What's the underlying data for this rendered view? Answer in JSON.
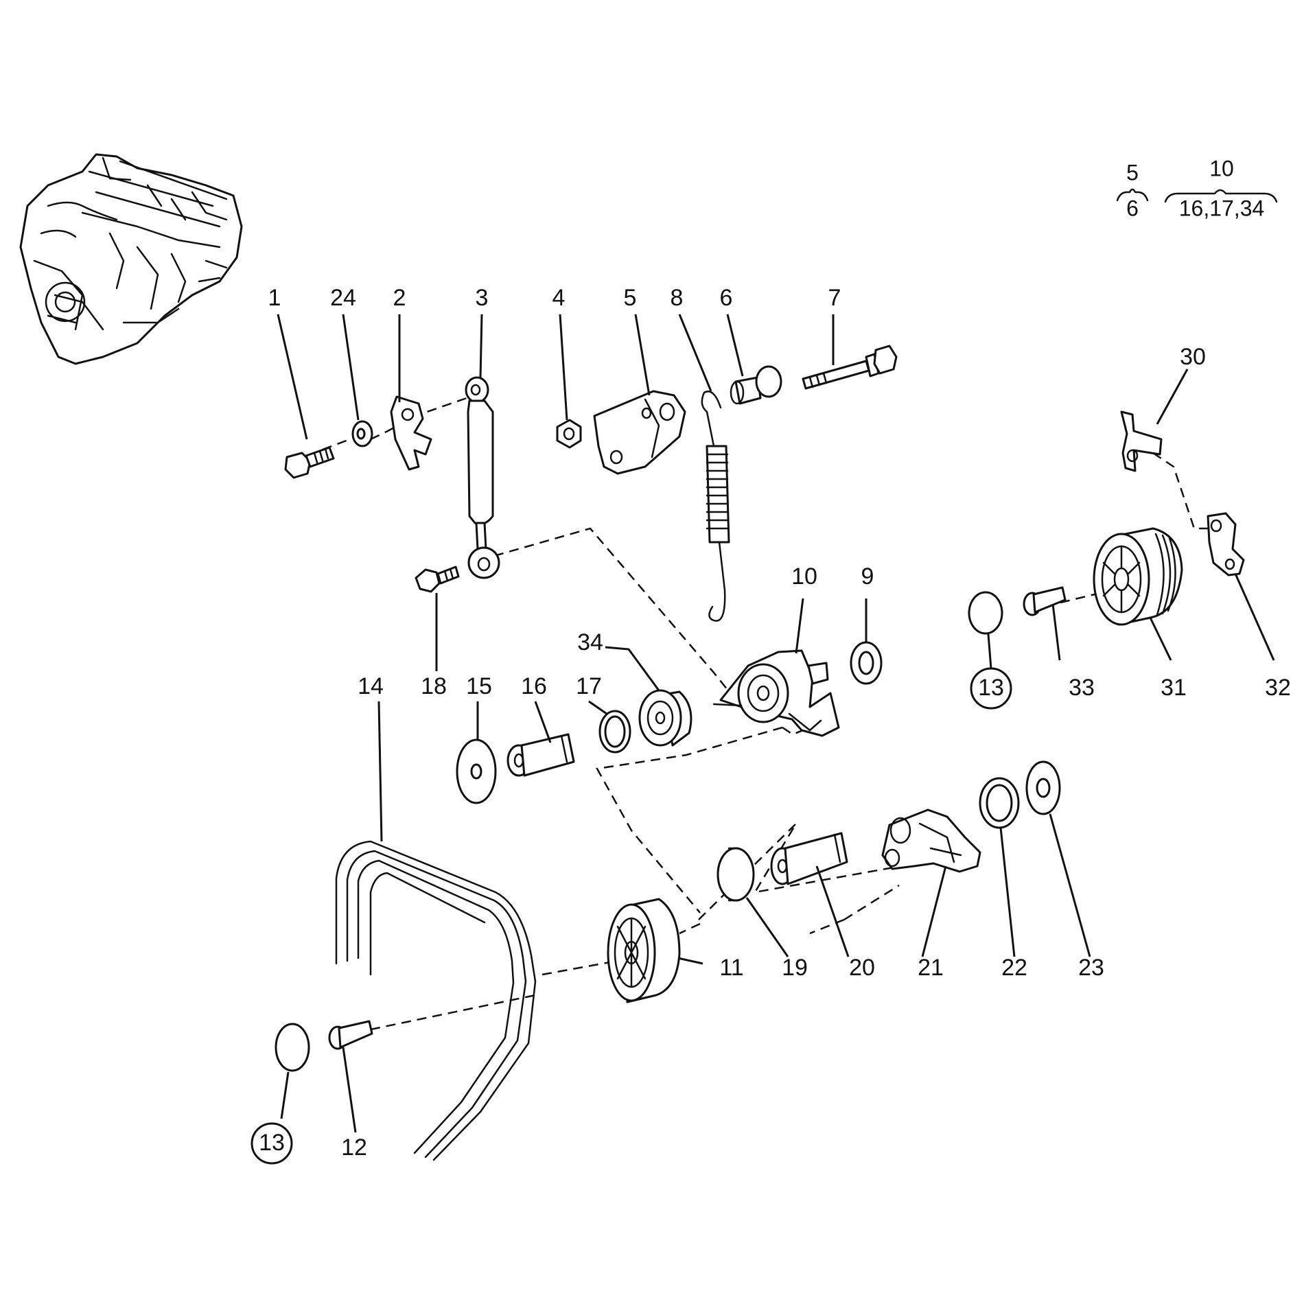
{
  "callouts": [
    {
      "id": "1",
      "text": "1"
    },
    {
      "id": "24",
      "text": "24"
    },
    {
      "id": "2",
      "text": "2"
    },
    {
      "id": "3",
      "text": "3"
    },
    {
      "id": "4",
      "text": "4"
    },
    {
      "id": "5",
      "text": "5"
    },
    {
      "id": "8",
      "text": "8"
    },
    {
      "id": "6",
      "text": "6"
    },
    {
      "id": "7",
      "text": "7"
    },
    {
      "id": "30",
      "text": "30"
    },
    {
      "id": "18",
      "text": "18"
    },
    {
      "id": "10",
      "text": "10"
    },
    {
      "id": "9",
      "text": "9"
    },
    {
      "id": "34",
      "text": "34"
    },
    {
      "id": "14",
      "text": "14"
    },
    {
      "id": "15",
      "text": "15"
    },
    {
      "id": "16",
      "text": "16"
    },
    {
      "id": "17",
      "text": "17"
    },
    {
      "id": "13a",
      "text": "13"
    },
    {
      "id": "33",
      "text": "33"
    },
    {
      "id": "31",
      "text": "31"
    },
    {
      "id": "32",
      "text": "32"
    },
    {
      "id": "11",
      "text": "11"
    },
    {
      "id": "19",
      "text": "19"
    },
    {
      "id": "20",
      "text": "20"
    },
    {
      "id": "21",
      "text": "21"
    },
    {
      "id": "22",
      "text": "22"
    },
    {
      "id": "23",
      "text": "23"
    },
    {
      "id": "13b",
      "text": "13"
    },
    {
      "id": "12",
      "text": "12"
    }
  ],
  "legend": {
    "group1": {
      "parent": "5",
      "child": "6"
    },
    "group2": {
      "parent": "10",
      "children": "16,17,34"
    }
  }
}
